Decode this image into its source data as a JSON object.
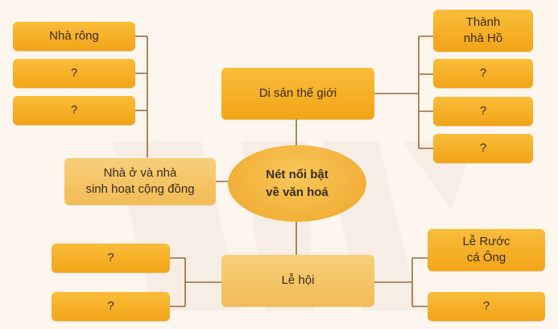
{
  "center": "Nét nổi bật\nvề văn hoá",
  "branches": {
    "world_heritage": {
      "label": "Di sản thế giới",
      "items": [
        "Thành\nnhà Hồ",
        "?",
        "?",
        "?"
      ]
    },
    "community_houses": {
      "label": "Nhà ở và nhà\nsinh hoạt cộng đồng",
      "items": [
        "Nhà rông",
        "?",
        "?"
      ]
    },
    "festivals": {
      "label": "Lễ hội",
      "items_left": [
        "?",
        "?"
      ],
      "items_right": [
        "Lễ Rước\ncá Ông",
        "?"
      ]
    }
  },
  "colors": {
    "box": "#f3a417",
    "box_light": "#f2bb55",
    "connector": "#9b6a3a",
    "background": "#fdf6ee"
  }
}
